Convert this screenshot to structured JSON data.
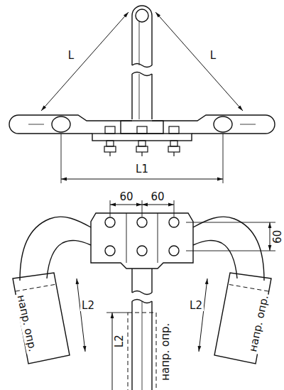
{
  "diagram": {
    "labels": [
      "L",
      "L",
      "L1",
      "60",
      "60",
      "60",
      "напр. опр.",
      "L2",
      "L2",
      "напр. опр.",
      "L2",
      "напр. опр."
    ]
  }
}
